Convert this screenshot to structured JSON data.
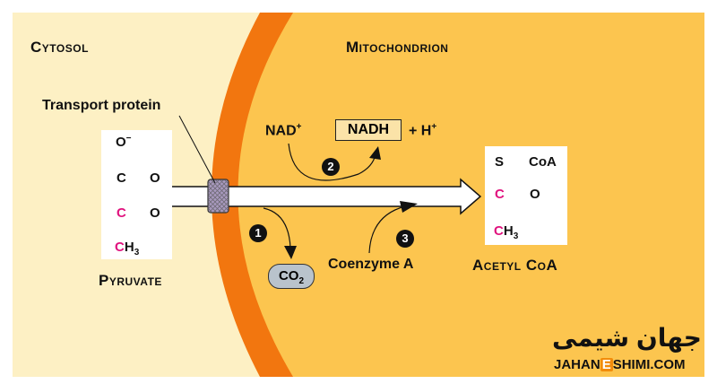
{
  "regions": {
    "cytosol": "Cytosol",
    "mitochondrion": "Mitochondrion"
  },
  "labels": {
    "transport_protein": "Transport protein",
    "nad": "NAD",
    "nad_charge": "+",
    "nadh": "NADH",
    "plus_h": "+ H",
    "h_charge": "+",
    "co2_main": "CO",
    "co2_sub": "2",
    "coenzyme_a": "Coenzyme A",
    "pyruvate": "Pyruvate",
    "acetyl_coa": "Acetyl CoA"
  },
  "steps": [
    "1",
    "2",
    "3"
  ],
  "pyruvate_structure": {
    "top": "O",
    "top_charge": "−",
    "c1": "C",
    "o1": "O",
    "c2": "C",
    "o2": "O",
    "c3": "C",
    "h3_main": "H",
    "h3_sub": "3"
  },
  "acetyl_coa_structure": {
    "s": "S",
    "coa": "CoA",
    "c1": "C",
    "o1": "O",
    "c2": "C",
    "h3_main": "H",
    "h3_sub": "3"
  },
  "watermark": {
    "arabic": "جهان شیمی",
    "site_before": "JAHAN",
    "site_e": "E",
    "site_after": "SHIMI.COM"
  },
  "colors": {
    "cytosol": "#fdf0c4",
    "mitochondrion": "#fcc54f",
    "membrane": "#f2760f",
    "carbon_highlight": "#e0127e",
    "co2_fill": "#b9c3cc",
    "transport_protein": "#a99abf"
  }
}
